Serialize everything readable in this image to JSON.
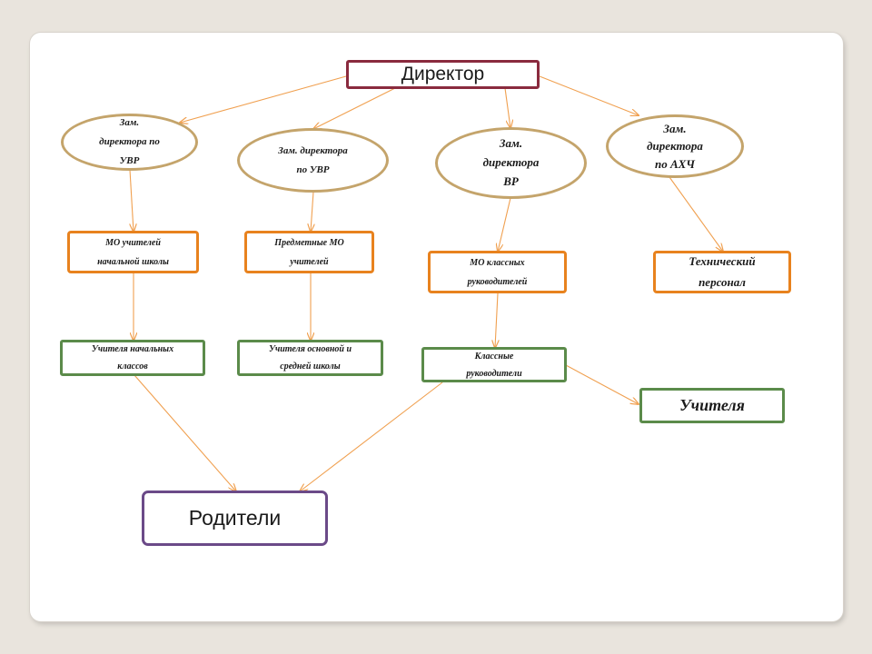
{
  "nodes": {
    "director": "Директор",
    "deputy_uvr_primary": "Зам.\nдиректора по\nУВР",
    "deputy_uvr": "Зам. директора\nпо УВР",
    "deputy_vr": "Зам.\nдиректора\nВР",
    "deputy_ahch": "Зам.\nдиректора\nпо АХЧ",
    "mo_primary": "МО учителей\nначальной школы",
    "mo_subject": "Предметные МО\nучителей",
    "mo_class": "МО классных\nруководителей",
    "tech_staff": "Технический\nперсонал",
    "teachers_primary": "Учителя начальных\nклассов",
    "teachers_secondary": "Учителя основной и\nсредней школы",
    "class_teachers": "Классные\nруководители",
    "teachers": "Учителя",
    "parents": "Родители"
  },
  "colors": {
    "background": "#e9e4dd",
    "slide": "#ffffff",
    "director_border": "#8a2a3e",
    "deputy_border": "#c4a46b",
    "mo_border": "#e8821e",
    "staff_border": "#5b8b4a",
    "parents_border": "#6b4a88",
    "arrow": "#f0a050"
  }
}
